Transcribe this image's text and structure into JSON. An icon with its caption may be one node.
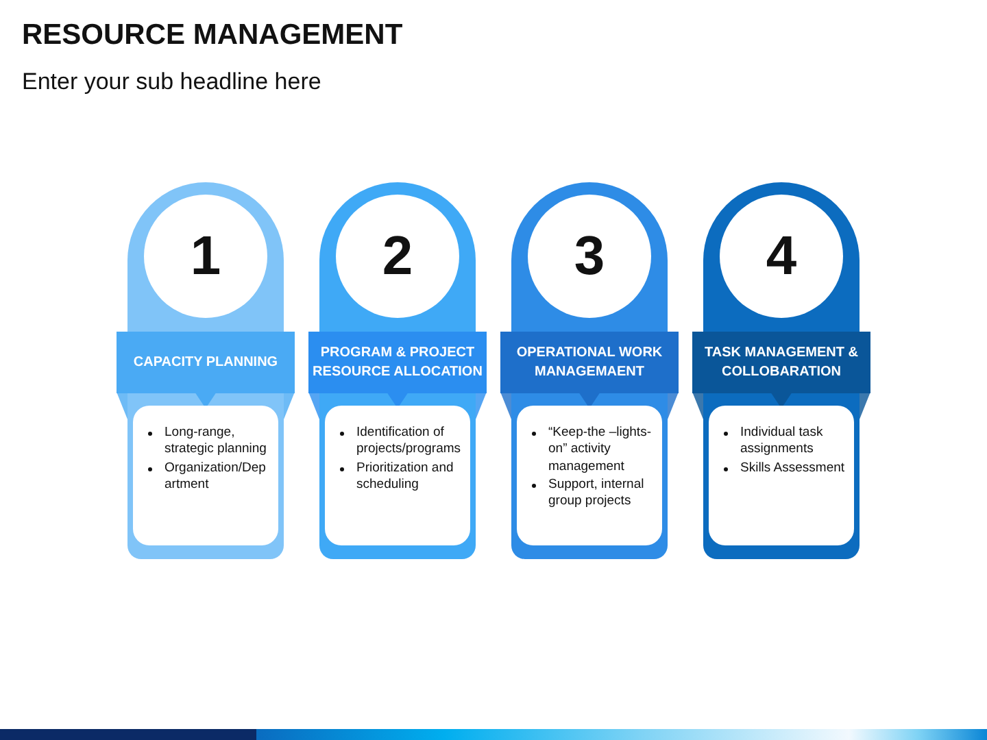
{
  "diagram": {
    "title": "RESOURCE MANAGEMENT",
    "caption": "Enter your sub headline here",
    "nodes": [
      {
        "text": [
          "1"
        ]
      },
      {
        "text": [
          "CAPACITY PLANNING"
        ]
      },
      {
        "text": [
          "Long-range, strategic planning",
          "Organization/Department"
        ]
      },
      {
        "text": [
          "2"
        ]
      },
      {
        "text": [
          "PROGRAM & PROJECT RESOURCE ALLOCATION"
        ]
      },
      {
        "text": [
          "Identification of projects/programs",
          "Prioritization and scheduling"
        ]
      },
      {
        "text": [
          "3"
        ]
      },
      {
        "text": [
          "OPERATIONAL WORK MANAGEMAENT"
        ]
      },
      {
        "text": [
          "“Keep-the –lights-on” activity management",
          "Support, internal group projects"
        ]
      },
      {
        "text": [
          "4"
        ]
      },
      {
        "text": [
          "TASK MANAGEMENT & COLLOBARATION"
        ]
      },
      {
        "text": [
          "Individual task assignments",
          "Skills Assessment"
        ]
      }
    ]
  }
}
